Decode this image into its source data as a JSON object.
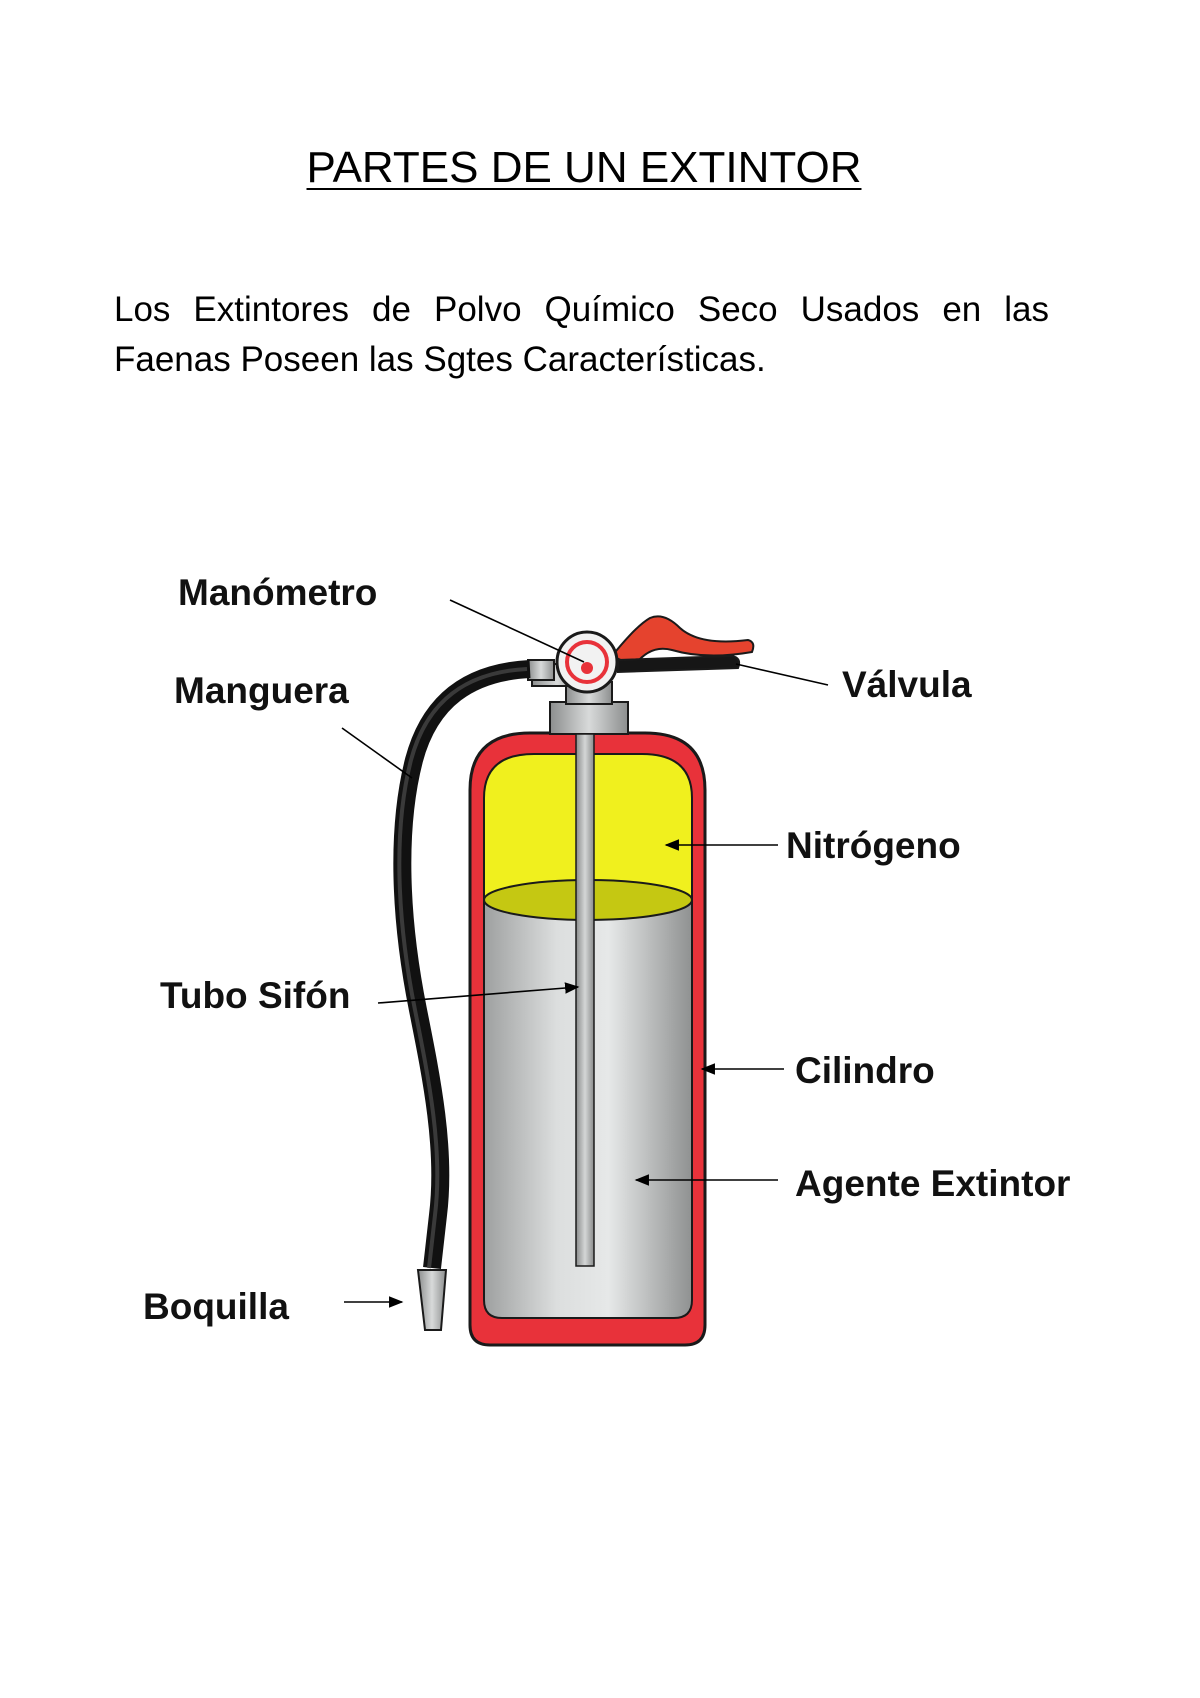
{
  "title": "PARTES DE UN EXTINTOR",
  "intro": "Los Extintores de Polvo Químico Seco Usados en las Faenas Poseen las Sgtes Características.",
  "labels": {
    "manometro": "Manómetro",
    "manguera": "Manguera",
    "valvula": "Válvula",
    "nitrogeno": "Nitrógeno",
    "tubo_sifon": "Tubo Sifón",
    "cilindro": "Cilindro",
    "agente_extintor": "Agente Extintor",
    "boquilla": "Boquilla"
  },
  "colors": {
    "cylinder": "#e8323a",
    "nitrogen": "#f0f01e",
    "agent": "#c4c6c6",
    "lever": "#e5432e",
    "hose": "#161616"
  }
}
